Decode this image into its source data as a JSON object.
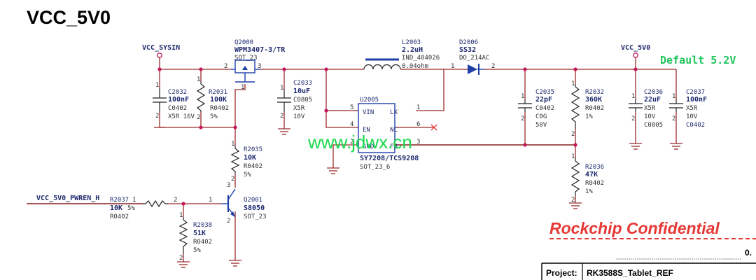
{
  "title": "VCC_5V0",
  "default_note": "Default 5.2V",
  "watermark": "www.jdwx.cn",
  "confidential": "Rockchip Confidential",
  "project": {
    "label": "Project:",
    "value": "RK3588S_Tablet_REF"
  },
  "corner_text": "0.",
  "nets": {
    "vcc_sysin": "VCC_SYSIN",
    "vcc_5v0": "VCC_5V0",
    "pwren": "VCC_5V0_PWREN_H"
  },
  "q2000": {
    "ref": "Q2000",
    "part": "WPM3407-3/TR",
    "pkg": "SOT_23",
    "pin_g": "1",
    "pin_s": "2",
    "pin_d": "3"
  },
  "c2032": {
    "ref": "C2032",
    "value": "100nF",
    "pkg": "C0402",
    "spec": "X5R 16V",
    "pin1": "1",
    "pin2": "2"
  },
  "r2031": {
    "ref": "R2031",
    "value": "100K",
    "pkg": "R0402",
    "tol": "5%",
    "pin1": "1",
    "pin2": "2"
  },
  "c2033": {
    "ref": "C2033",
    "value": "10uF",
    "pkg": "C0805",
    "diel": "X5R",
    "volt": "10V",
    "pin1": "1",
    "pin2": "2"
  },
  "l2003": {
    "ref": "L2003",
    "value": "2.2uH",
    "pkg": "IND_404026",
    "dcr": "0.04ohm"
  },
  "d2006": {
    "ref": "D2006",
    "part": "SS32",
    "pkg": "DO_214AC",
    "pin1": "1",
    "pin2": "2"
  },
  "u2005": {
    "ref": "U2005",
    "part": "SY7208/TCS9208",
    "pkg": "SOT_23_6",
    "pins": {
      "vin": "VIN",
      "en": "EN",
      "gnd": "GND",
      "lx": "LX",
      "nc": "NC",
      "fb": "FB"
    },
    "pin_numbers": {
      "vin": "5",
      "en": "4",
      "gnd": "2",
      "lx": "1",
      "nc": "6",
      "fb": "3"
    }
  },
  "c2035": {
    "ref": "C2035",
    "value": "22pF",
    "pkg": "C0402",
    "diel": "C0G",
    "volt": "50V",
    "pin1": "1",
    "pin2": "2"
  },
  "r2032": {
    "ref": "R2032",
    "value": "360K",
    "pkg": "R0402",
    "tol": "1%",
    "pin1": "1",
    "pin2": "2"
  },
  "c2036": {
    "ref": "C2036",
    "value": "22uF",
    "diel": "X5R",
    "volt": "10V",
    "pkg": "C0805",
    "pin1": "1",
    "pin2": "2"
  },
  "c2037": {
    "ref": "C2037",
    "value": "100nF",
    "diel": "X5R",
    "volt": "10V",
    "pkg": "C0402",
    "pin1": "1",
    "pin2": "2"
  },
  "r2036": {
    "ref": "R2036",
    "value": "47K",
    "pkg": "R0402",
    "tol": "1%",
    "pin1": "1",
    "pin2": "2"
  },
  "r2035": {
    "ref": "R2035",
    "value": "10K",
    "pkg": "R0402",
    "tol": "5%",
    "pin1": "1",
    "pin2": "2"
  },
  "q2001": {
    "ref": "Q2001",
    "part": "S8050",
    "pkg": "SOT_23",
    "pin_b": "1",
    "pin_e": "2",
    "pin_c": "3"
  },
  "r2037": {
    "ref": "R2037",
    "value": "10K",
    "tol": "5%",
    "pkg": "R0402",
    "pin1": "1",
    "pin2": "2"
  },
  "r2038": {
    "ref": "R2038",
    "value": "51K",
    "pkg": "R0402",
    "tol": "5%",
    "pin1": "1",
    "pin2": "2"
  },
  "colors": {
    "wire": "#9a2b2b",
    "label": "#1f2a6e",
    "node": "#c2185b",
    "default_note": "#22c55e",
    "confidential": "#e53935"
  }
}
